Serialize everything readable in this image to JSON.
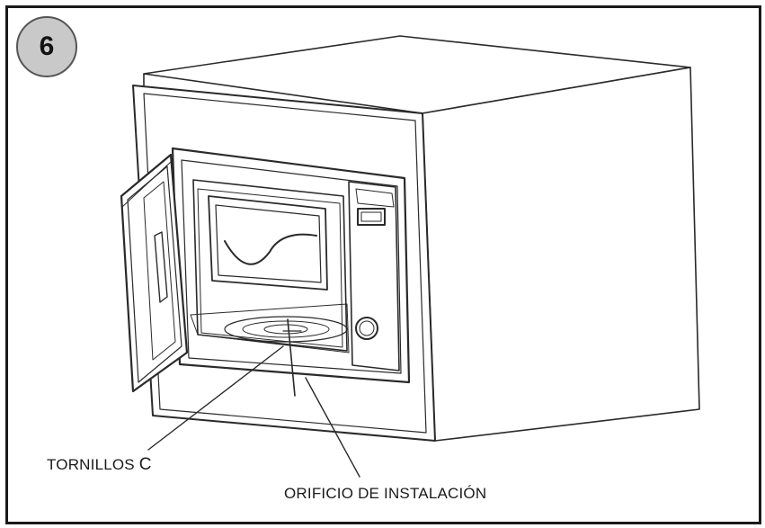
{
  "figure": {
    "step_number": "6",
    "callouts": {
      "screws_text": "TORNILLOS",
      "screws_letter": "C",
      "install_hole": "ORIFICIO DE INSTALACIÓN"
    }
  },
  "colors": {
    "line": "#2a2a2a",
    "badge_fill": "#c9c9c9",
    "frame": "#1a1a1a"
  }
}
